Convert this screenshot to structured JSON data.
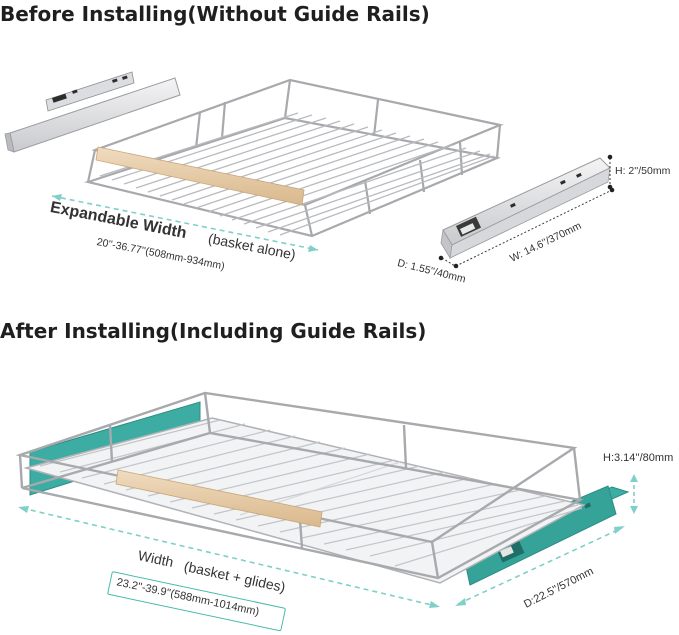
{
  "headings": {
    "before": "Before Installing(Without Guide Rails)",
    "after": "After Installing(Including Guide Rails)"
  },
  "before": {
    "width_title": "Expandable Width",
    "width_note": "(basket alone)",
    "width_range": "20''-36.77''(508mm-934mm)",
    "rail_height": "H: 2''/50mm",
    "rail_width": "W: 14.6''/370mm",
    "rail_depth": "D: 1.55''/40mm"
  },
  "after": {
    "width_title": "Width",
    "width_note": "(basket + glides)",
    "width_range": "23.2''-39.9''(588mm-1014mm)",
    "height": "H:3.14''/80mm",
    "depth": "D:22.5''/570mm"
  },
  "colors": {
    "frame": "#a7a9ad",
    "wood": "#e6c9a2",
    "rail_teal": "#3dada3",
    "dim_line": "#7fd0c8"
  }
}
